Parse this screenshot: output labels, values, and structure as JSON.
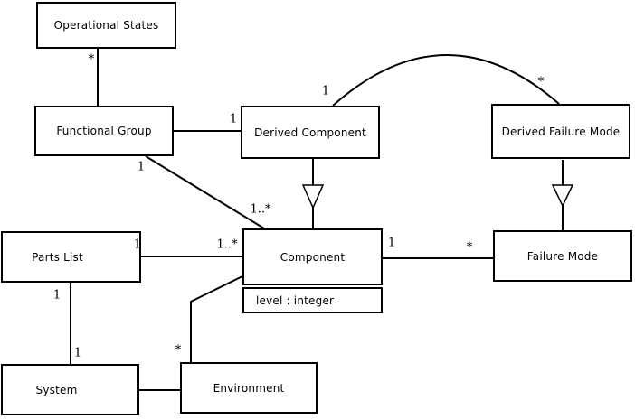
{
  "kind": "uml-class-diagram",
  "colors": {
    "background": "#ffffff",
    "line": "#000000",
    "text": "#000000",
    "box_fill": "#ffffff"
  },
  "classes": {
    "operational_states": {
      "name": "Operational States"
    },
    "functional_group": {
      "name": "Functional Group"
    },
    "derived_component": {
      "name": "Derived Component"
    },
    "derived_failure_mode": {
      "name": "Derived Failure Mode"
    },
    "parts_list": {
      "name": "Parts List"
    },
    "component": {
      "name": "Component",
      "attributes": [
        "level : integer"
      ]
    },
    "failure_mode": {
      "name": "Failure Mode"
    },
    "system": {
      "name": "System"
    },
    "environment": {
      "name": "Environment"
    }
  },
  "multiplicities": {
    "os_fg": "*",
    "fg_dc": "1",
    "fg_component_fg_end": "1",
    "fg_component_comp_end": "1..*",
    "dc_dfm_dc_end": "1",
    "dc_dfm_dfm_end": "*",
    "pl_component_pl_end": "1",
    "pl_component_comp_end": "1..*",
    "pl_system_pl_end": "1",
    "pl_system_sys_end": "1",
    "env_component_env_end": "*",
    "comp_fm_comp_end": "1",
    "comp_fm_fm_end": "*"
  },
  "relationships": [
    {
      "from": "Operational States",
      "to": "Functional Group",
      "type": "association",
      "labels": [
        "*"
      ]
    },
    {
      "from": "Functional Group",
      "to": "Derived Component",
      "type": "association",
      "labels": [
        "1"
      ]
    },
    {
      "from": "Functional Group",
      "to": "Component",
      "type": "association",
      "labels": [
        "1",
        "1..*"
      ]
    },
    {
      "from": "Derived Component",
      "to": "Derived Failure Mode",
      "type": "association",
      "labels": [
        "1",
        "*"
      ]
    },
    {
      "child": "Derived Component",
      "parent": "Component",
      "type": "generalization"
    },
    {
      "child": "Derived Failure Mode",
      "parent": "Failure Mode",
      "type": "generalization"
    },
    {
      "from": "Parts List",
      "to": "Component",
      "type": "association",
      "labels": [
        "1",
        "1..*"
      ]
    },
    {
      "from": "Parts List",
      "to": "System",
      "type": "association",
      "labels": [
        "1",
        "1"
      ]
    },
    {
      "from": "Component",
      "to": "Failure Mode",
      "type": "association",
      "labels": [
        "1",
        "*"
      ]
    },
    {
      "from": "System",
      "to": "Environment",
      "type": "association",
      "labels": []
    },
    {
      "from": "Environment",
      "to": "Component",
      "type": "association",
      "labels": [
        "*"
      ]
    }
  ]
}
